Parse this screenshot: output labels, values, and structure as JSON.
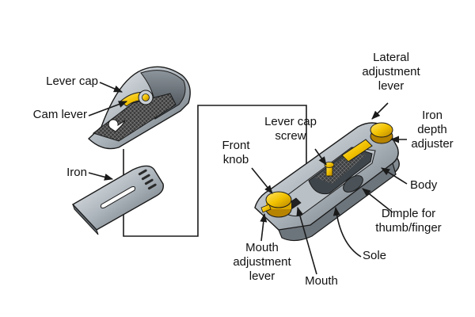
{
  "labels": {
    "lever_cap": "Lever cap",
    "cam_lever": "Cam lever",
    "iron": "Iron",
    "lateral_adjustment_lever": [
      "Lateral",
      "adjustment",
      "lever"
    ],
    "lever_cap_screw": [
      "Lever cap",
      "screw"
    ],
    "front_knob": [
      "Front",
      "knob"
    ],
    "iron_depth_adjuster": [
      "Iron",
      "depth",
      "adjuster"
    ],
    "body": "Body",
    "dimple": [
      "Dimple for",
      "thumb/finger"
    ],
    "sole": "Sole",
    "mouth_adjustment_lever": [
      "Mouth",
      "adjustment",
      "lever"
    ],
    "mouth": "Mouth"
  },
  "colors": {
    "brass": "#f2c200",
    "brass_dark": "#c99700",
    "steel_light": "#d4d8dc",
    "steel_mid": "#9aa3ab",
    "steel_dark": "#4c545b",
    "outline": "#1a1a1a"
  }
}
